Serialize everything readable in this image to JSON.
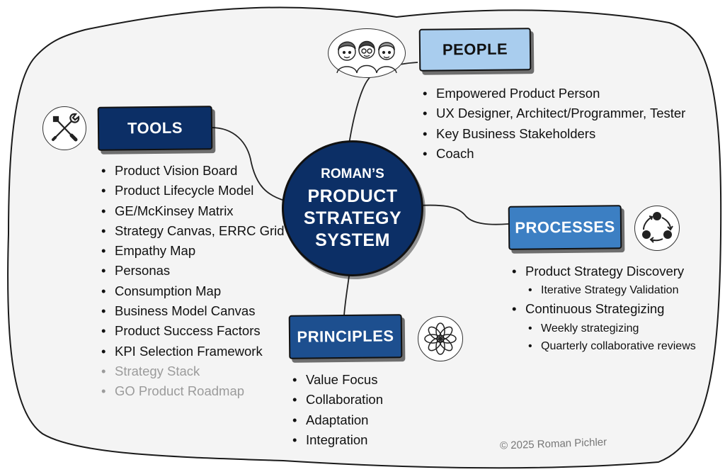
{
  "center": {
    "line1": "ROMAN’S",
    "line2": "PRODUCT",
    "line3": "STRATEGY",
    "line4": "SYSTEM"
  },
  "people": {
    "title": "PEOPLE",
    "items": [
      "Empowered Product Person",
      "UX Designer, Architect/Programmer, Tester",
      "Key Business Stakeholders",
      "Coach"
    ]
  },
  "tools": {
    "title": "TOOLS",
    "items": [
      "Product Vision Board",
      "Product Lifecycle Model",
      "GE/McKinsey Matrix",
      "Strategy Canvas, ERRC Grid",
      "Empathy Map",
      "Personas",
      "Consumption Map",
      "Business Model Canvas",
      "Product Success Factors",
      "KPI Selection Framework"
    ],
    "grey_items": [
      "Strategy Stack",
      "GO Product Roadmap"
    ]
  },
  "processes": {
    "title": "PROCESSES",
    "item1": "Product Strategy Discovery",
    "item1_sub": "Iterative Strategy Validation",
    "item2": "Continuous Strategizing",
    "item2_subs": [
      "Weekly strategizing",
      "Quarterly collaborative reviews"
    ]
  },
  "principles": {
    "title": "PRINCIPLES",
    "items": [
      "Value Focus",
      "Collaboration",
      "Adaptation",
      "Integration"
    ]
  },
  "copyright": "© 2025 Roman Pichler",
  "icons": {
    "people": "people-faces-icon",
    "tools": "wrench-screwdriver-icon",
    "processes": "cycle-arrows-icon",
    "principles": "mandala-flower-icon"
  },
  "colors": {
    "navy": "#0c2f66",
    "light_blue": "#a9cdee",
    "mid_blue": "#3c7fc3",
    "principles_blue": "#1d4f8f",
    "grey_text": "#9b9b9b"
  }
}
